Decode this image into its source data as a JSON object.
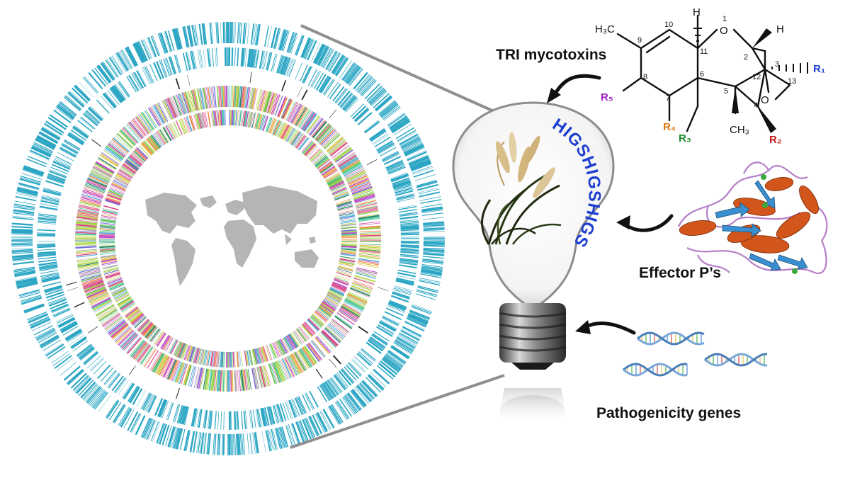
{
  "labels": {
    "tri": "TRI mycotoxins",
    "effector": "Effector P’s",
    "pathogenicity": "Pathogenicity genes",
    "higs": "HIGSHIGSHIGS"
  },
  "chemistry": {
    "h3c": "H₃C",
    "ch3": "CH₃",
    "O1": "O",
    "O2": "O",
    "H_top": "H",
    "H_right": "H",
    "R1": "R₁",
    "R2": "R₂",
    "R3": "R₃",
    "R4": "R₄",
    "R5": "R₅",
    "n1": "1",
    "n2": "2",
    "n3": "3",
    "n4": "4",
    "n5": "5",
    "n6": "6",
    "n7": "7",
    "n8": "8",
    "n9": "9",
    "n10": "10",
    "n11": "11",
    "n12": "12",
    "n13": "13"
  },
  "colors": {
    "track_teal": "#2aa6c4",
    "R1": "#1a3fd6",
    "R2": "#c01818",
    "R3": "#1b8a2a",
    "R4": "#e07a10",
    "R5": "#a020c0",
    "higs": "#1f3fd0",
    "helix": "#d2561b",
    "sheet": "#3a8fd0",
    "loop": "#b57ec8"
  },
  "icons": [
    "world-map-icon",
    "light-bulb-icon",
    "grass-plant-icon",
    "protein-structure-icon",
    "dna-helix-icon",
    "arrow-icon"
  ]
}
